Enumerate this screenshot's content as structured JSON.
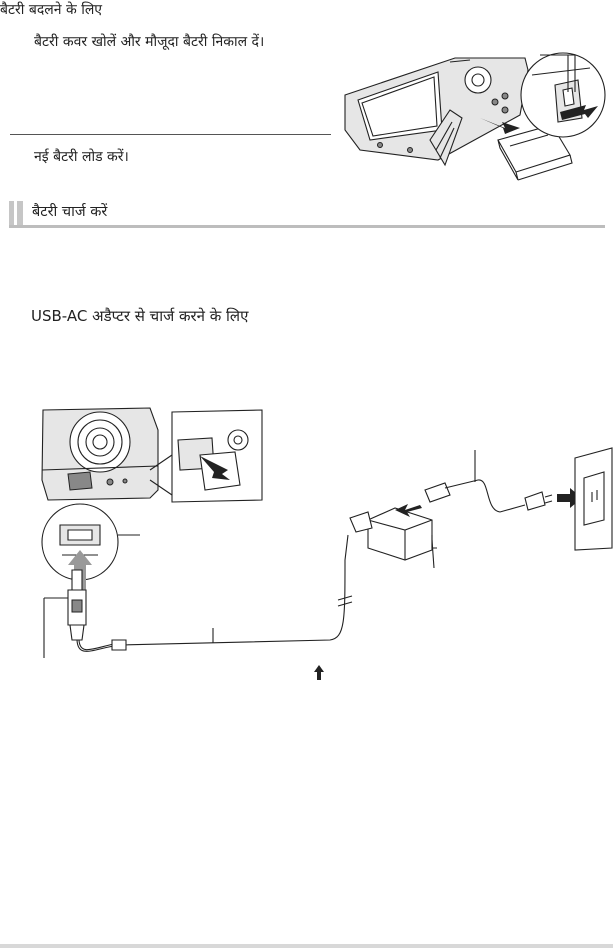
{
  "replace": {
    "title": "बैटरी बदलने के लिए",
    "step1": "बैटरी कवर खोलें और मौजूदा बैटरी निकाल दें।",
    "step2": "नई बैटरी लोड करें।"
  },
  "section": {
    "title": "बैटरी चार्ज करें"
  },
  "usb_ac": {
    "title": "USB-AC अडैप्टर से चार्ज करने के लिए"
  }
}
